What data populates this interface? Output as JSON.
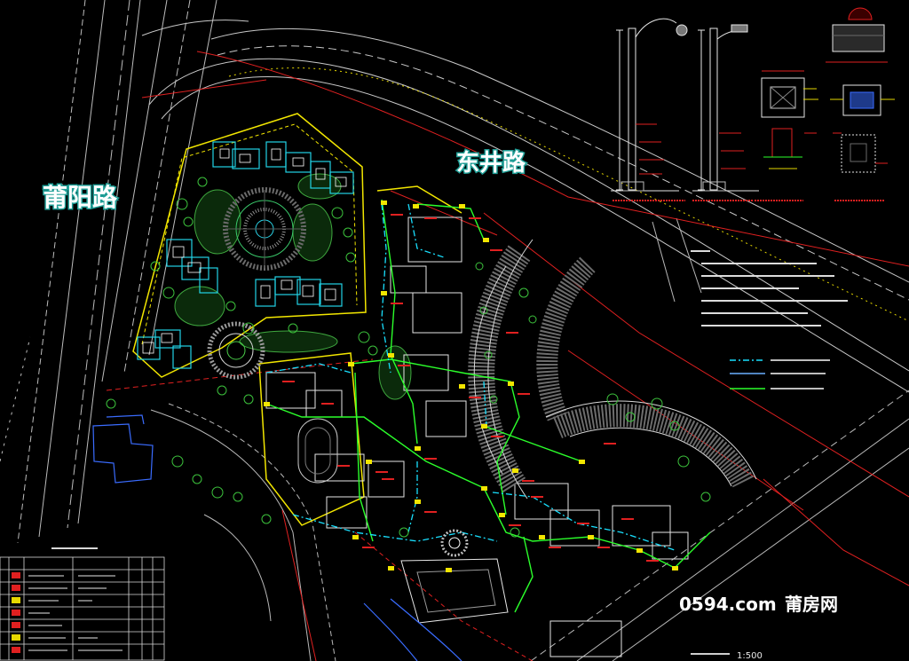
{
  "roads": {
    "west_label": "莆阳路",
    "north_label": "东井路"
  },
  "watermark": {
    "site": "0594.com",
    "brand": "莆房网"
  },
  "drawing": {
    "scale": "1:500"
  },
  "colors": {
    "background": "#000000",
    "road_label_fill": "#ffffff",
    "road_label_outline": "#1f9e96",
    "boundary": "#f2e600",
    "buildings_upper_block": "#22d3e6",
    "cable_route_green": "#2bff2b",
    "cable_route_cyan": "#19e0ff",
    "red_lines": "#e02020"
  }
}
